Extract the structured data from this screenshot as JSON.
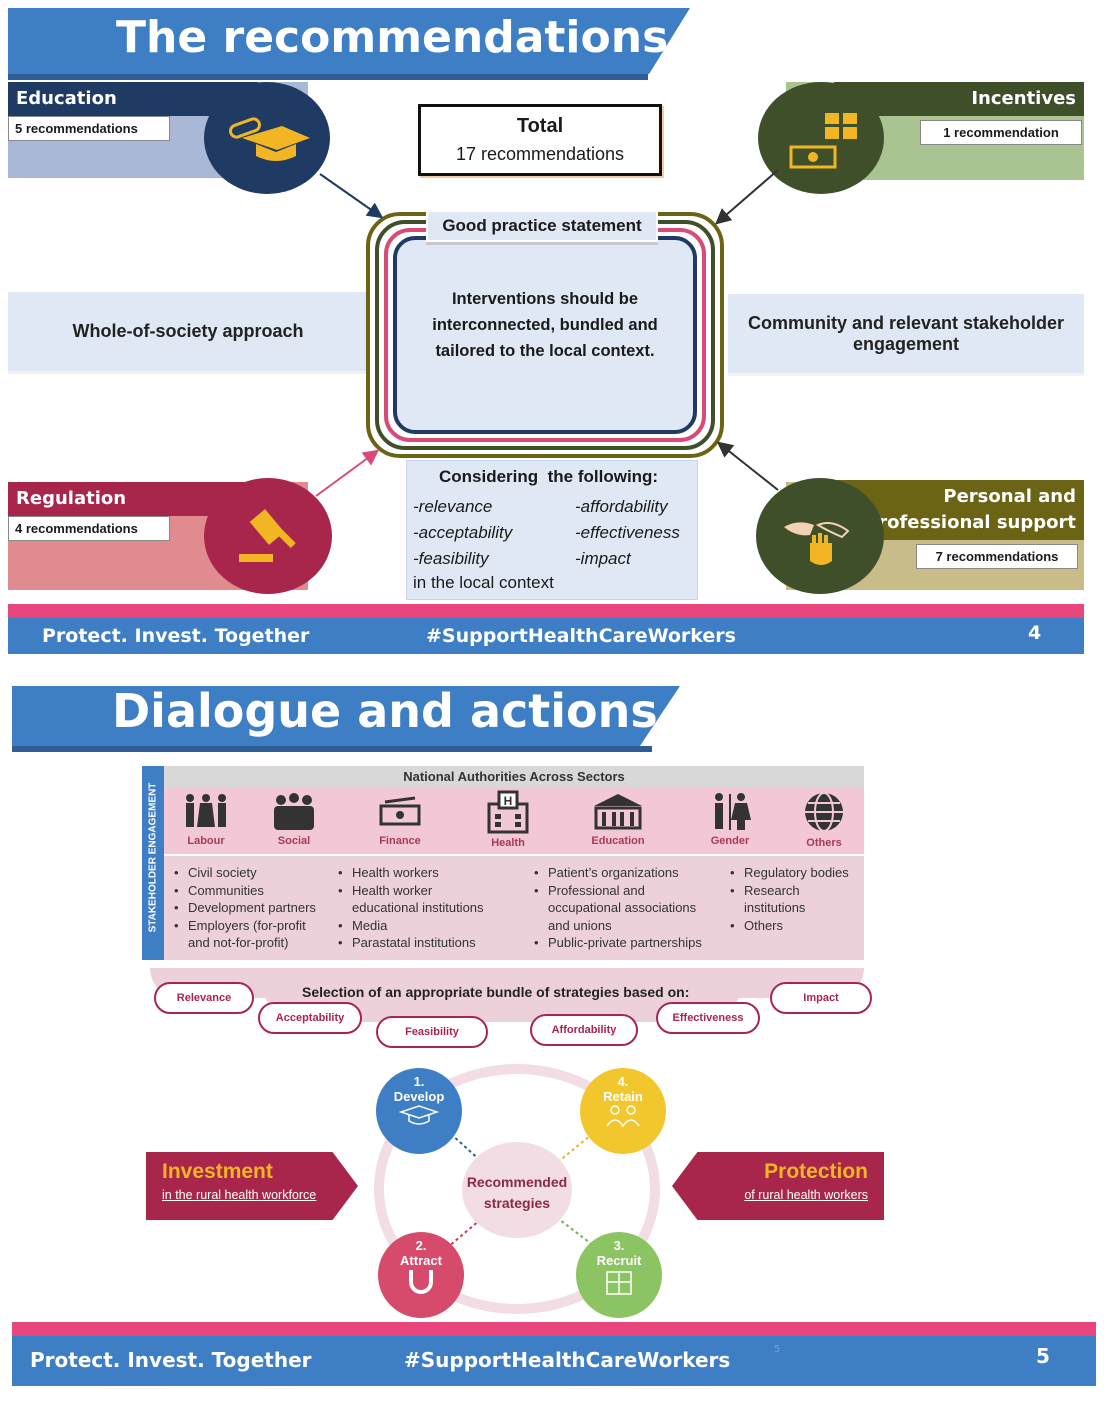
{
  "slide4": {
    "title": "The recommendations",
    "total": {
      "label": "Total",
      "value": "17 recommendations"
    },
    "education": {
      "label": "Education",
      "count": "5 recommendations"
    },
    "incentives": {
      "label": "Incentives",
      "count": "1 recommendation"
    },
    "regulation": {
      "label": "Regulation",
      "count": "4 recommendations"
    },
    "support": {
      "label_line1": "Personal and",
      "label_line2": "professional support",
      "count": "7 recommendations"
    },
    "good_practice": "Good practice statement",
    "center_text": {
      "line1": "Interventions should be",
      "line2": "interconnected, bundled and",
      "line3": "tailored to the local context."
    },
    "left_band": "Whole-of-society approach",
    "right_band": {
      "line1": "Community and relevant stakeholder",
      "line2": "engagement"
    },
    "considering": {
      "heading": "Considering  the following:",
      "col1": [
        "-relevance",
        "-acceptability",
        "-feasibility"
      ],
      "col2": [
        "-affordability",
        "-effectiveness",
        "-impact"
      ],
      "footer": "in the local context"
    },
    "footer": {
      "left": "Protect. Invest. Together",
      "center": "#SupportHealthCareWorkers",
      "page": "4"
    },
    "colors": {
      "blue": "#3d7ec4",
      "navy": "#1f3a63",
      "green": "#3f4f2a",
      "crimson": "#a8264c",
      "olive": "#6b6414",
      "pink": "#e8467c"
    }
  },
  "slide5": {
    "title": "Dialogue and actions",
    "side_label": "STAKEHOLDER ENGAGEMENT",
    "national_header": "National Authorities Across Sectors",
    "sectors": [
      {
        "label": "Labour",
        "icon": "people-icon"
      },
      {
        "label": "Social",
        "icon": "group-icon"
      },
      {
        "label": "Finance",
        "icon": "money-icon"
      },
      {
        "label": "Health",
        "icon": "hospital-icon"
      },
      {
        "label": "Education",
        "icon": "school-icon"
      },
      {
        "label": "Gender",
        "icon": "gender-icon"
      },
      {
        "label": "Others",
        "icon": "globe-icon"
      }
    ],
    "col1": [
      {
        "text": "Civil society",
        "bullet": true
      },
      {
        "text": "Communities",
        "bullet": true
      },
      {
        "text": "Development partners",
        "bullet": true
      },
      {
        "text": "Employers (for-profit",
        "bullet": true
      },
      {
        "text": "and not-for-profit)",
        "bullet": false
      }
    ],
    "col2": [
      {
        "text": "Health workers",
        "bullet": true
      },
      {
        "text": "Health worker",
        "bullet": true
      },
      {
        "text": "educational institutions",
        "bullet": false
      },
      {
        "text": "Media",
        "bullet": true
      },
      {
        "text": "Parastatal institutions",
        "bullet": true
      }
    ],
    "col3": [
      {
        "text": "Patient’s organizations",
        "bullet": true
      },
      {
        "text": "Professional and",
        "bullet": true
      },
      {
        "text": "occupational associations",
        "bullet": false
      },
      {
        "text": "and unions",
        "bullet": false
      },
      {
        "text": "Public-private partnerships",
        "bullet": true
      }
    ],
    "col4": [
      {
        "text": "Regulatory bodies",
        "bullet": true
      },
      {
        "text": "Research",
        "bullet": true
      },
      {
        "text": "institutions",
        "bullet": false
      },
      {
        "text": "Others",
        "bullet": true
      }
    ],
    "selection_heading": "Selection of an appropriate bundle of strategies based on:",
    "criteria": [
      "Relevance",
      "Acceptability",
      "Feasibility",
      "Affordability",
      "Effectiveness",
      "Impact"
    ],
    "strategies": [
      {
        "num": "1.",
        "label": "Develop",
        "color": "#3d7ec4"
      },
      {
        "num": "4.",
        "label": "Retain",
        "color": "#f2c72e"
      },
      {
        "num": "2.",
        "label": "Attract",
        "color": "#d64a6c"
      },
      {
        "num": "3.",
        "label": "Recruit",
        "color": "#8cc463"
      }
    ],
    "center": {
      "line1": "Recommended",
      "line2": "strategies"
    },
    "investment": {
      "title": "Investment",
      "subtitle": "in the rural health workforce"
    },
    "protection": {
      "title": "Protection",
      "subtitle": "of rural health workers"
    },
    "footer": {
      "left": "Protect. Invest. Together",
      "center": "#SupportHealthCareWorkers",
      "page": "5",
      "faint": "5"
    }
  }
}
